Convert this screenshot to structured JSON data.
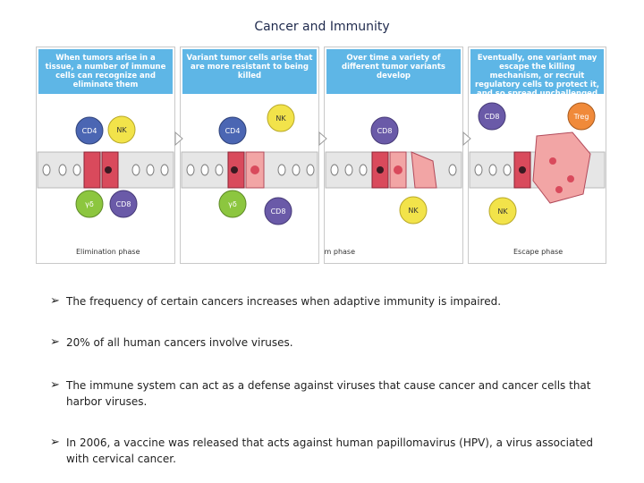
{
  "title": "Cancer and Immunity",
  "panels": [
    {
      "caption": "When tumors arise in a tissue, a number of immune cells can recognize and eliminate them",
      "phase": "Elimination phase"
    },
    {
      "caption": "Variant tumor cells arise that are more resistant to being killed",
      "phase": ""
    },
    {
      "caption": "Over time a variety of different tumor variants develop",
      "phase": "Equilibrium phase"
    },
    {
      "caption": "Eventually, one variant may escape the killing mechanism, or recruit regulatory cells to protect it, and so spread unchallenged",
      "phase": "Escape phase"
    }
  ],
  "cell_labels": {
    "cd4": "CD4",
    "nk": "NK",
    "gd": "γδ",
    "cd8": "CD8",
    "treg": "Treg"
  },
  "colors": {
    "caption_bg": "#5eb6e6",
    "cd4": "#4b66b3",
    "nk": "#f2e34a",
    "gd": "#8cc63f",
    "cd8": "#6a5aa8",
    "treg": "#f08a3a",
    "tumor": "#d94a5c",
    "variant": "#f2a5a5",
    "epithelium": "#e6e6e6"
  },
  "bullets": [
    "The frequency of certain cancers increases when adaptive immunity is impaired.",
    "20% of all human cancers involve viruses.",
    "The immune system can act as a defense against viruses that cause cancer and cancer cells that harbor viruses.",
    "In 2006, a vaccine was released that acts against human papillomavirus (HPV), a virus associated with cervical cancer."
  ],
  "bullet_icon": "arrowhead-bullet-icon"
}
